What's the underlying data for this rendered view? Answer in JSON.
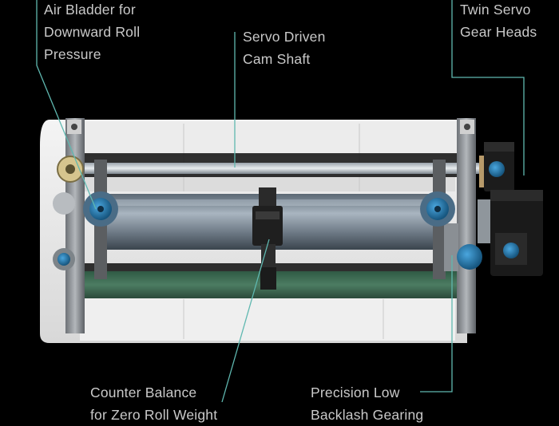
{
  "callouts": {
    "air_bladder": {
      "line1": "Air Bladder for",
      "line2": "Downward Roll",
      "line3": "Pressure"
    },
    "servo_driven": {
      "line1": "Servo Driven",
      "line2": "Cam Shaft"
    },
    "twin_servo": {
      "line1": "Twin Servo",
      "line2": "Gear Heads"
    },
    "counter_balance": {
      "line1": "Counter Balance",
      "line2": "for Zero Roll Weight"
    },
    "precision_gearing": {
      "line1": "Precision Low",
      "line2": "Backlash Gearing"
    }
  },
  "colors": {
    "background": "#000000",
    "leader_line": "#5fb8b0",
    "frame": "#e6e6e6",
    "roller": "#7f8d99",
    "belt": "#3e6b52",
    "servo_blue": "#2a7fb8",
    "dark_part": "#1d1d1d"
  }
}
